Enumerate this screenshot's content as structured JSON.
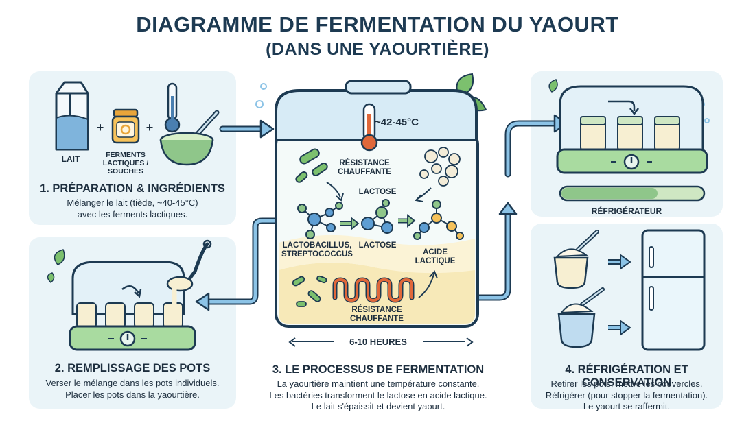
{
  "title": {
    "line1": "DIAGRAMME DE FERMENTATION DU YAOURT",
    "line2": "(DANS UNE YAOURTIÈRE)"
  },
  "step1": {
    "heading": "1. PRÉPARATION & INGRÉDIENTS",
    "desc": [
      "Mélanger le lait (tiède, ~40-45°C)",
      "avec les ferments lactiques."
    ],
    "labels": {
      "milk": "LAIT",
      "plus": "+",
      "ferments": [
        "FERMENTS",
        "LACTIQUES /",
        "SOUCHES"
      ]
    }
  },
  "step2": {
    "heading": "2. REMPLISSAGE DES POTS",
    "desc": [
      "Verser le mélange dans les pots individuels.",
      "Placer les pots dans la yaourtière."
    ]
  },
  "step3": {
    "heading": "3. LE PROCESSUS DE FERMENTATION",
    "desc": [
      "La yaourtière maintient une température constante.",
      "Les bactéries transforment le lactose en acide lactique.",
      "Le lait s'épaissit et devient yaourt."
    ],
    "temperature": "~42-45°C",
    "labels": {
      "heater_top": [
        "RÉSISTANCE",
        "CHAUFFANTE"
      ],
      "lactose_top": "LACTOSE",
      "bacteria": [
        "LACTOBACILLUS,",
        "STREPTOCOCCUS"
      ],
      "lactose_mid": "LACTOSE",
      "acid": [
        "ACIDE",
        "LACTIQUE"
      ],
      "heater_bottom": [
        "RÉSISTANCE",
        "CHAUFFANTE"
      ],
      "duration": "6-10 HEURES"
    }
  },
  "step4": {
    "heading": "4. RÉFRIGÉRATION ET CONSERVATION",
    "desc": [
      "Retirer les pots, mettre les couvercles.",
      "Réfrigérer (pour stopper la fermentation).",
      "Le yaourt se raffermit."
    ],
    "fridge_label": "RÉFRIGÉRATEUR"
  },
  "colors": {
    "navy": "#1d3a52",
    "panel_bg": "#eaf4f8",
    "arrow_blue": "#6aa6cf",
    "green": "#8fc68a",
    "heater_orange": "#e0683a",
    "cream": "#f7efd2"
  }
}
